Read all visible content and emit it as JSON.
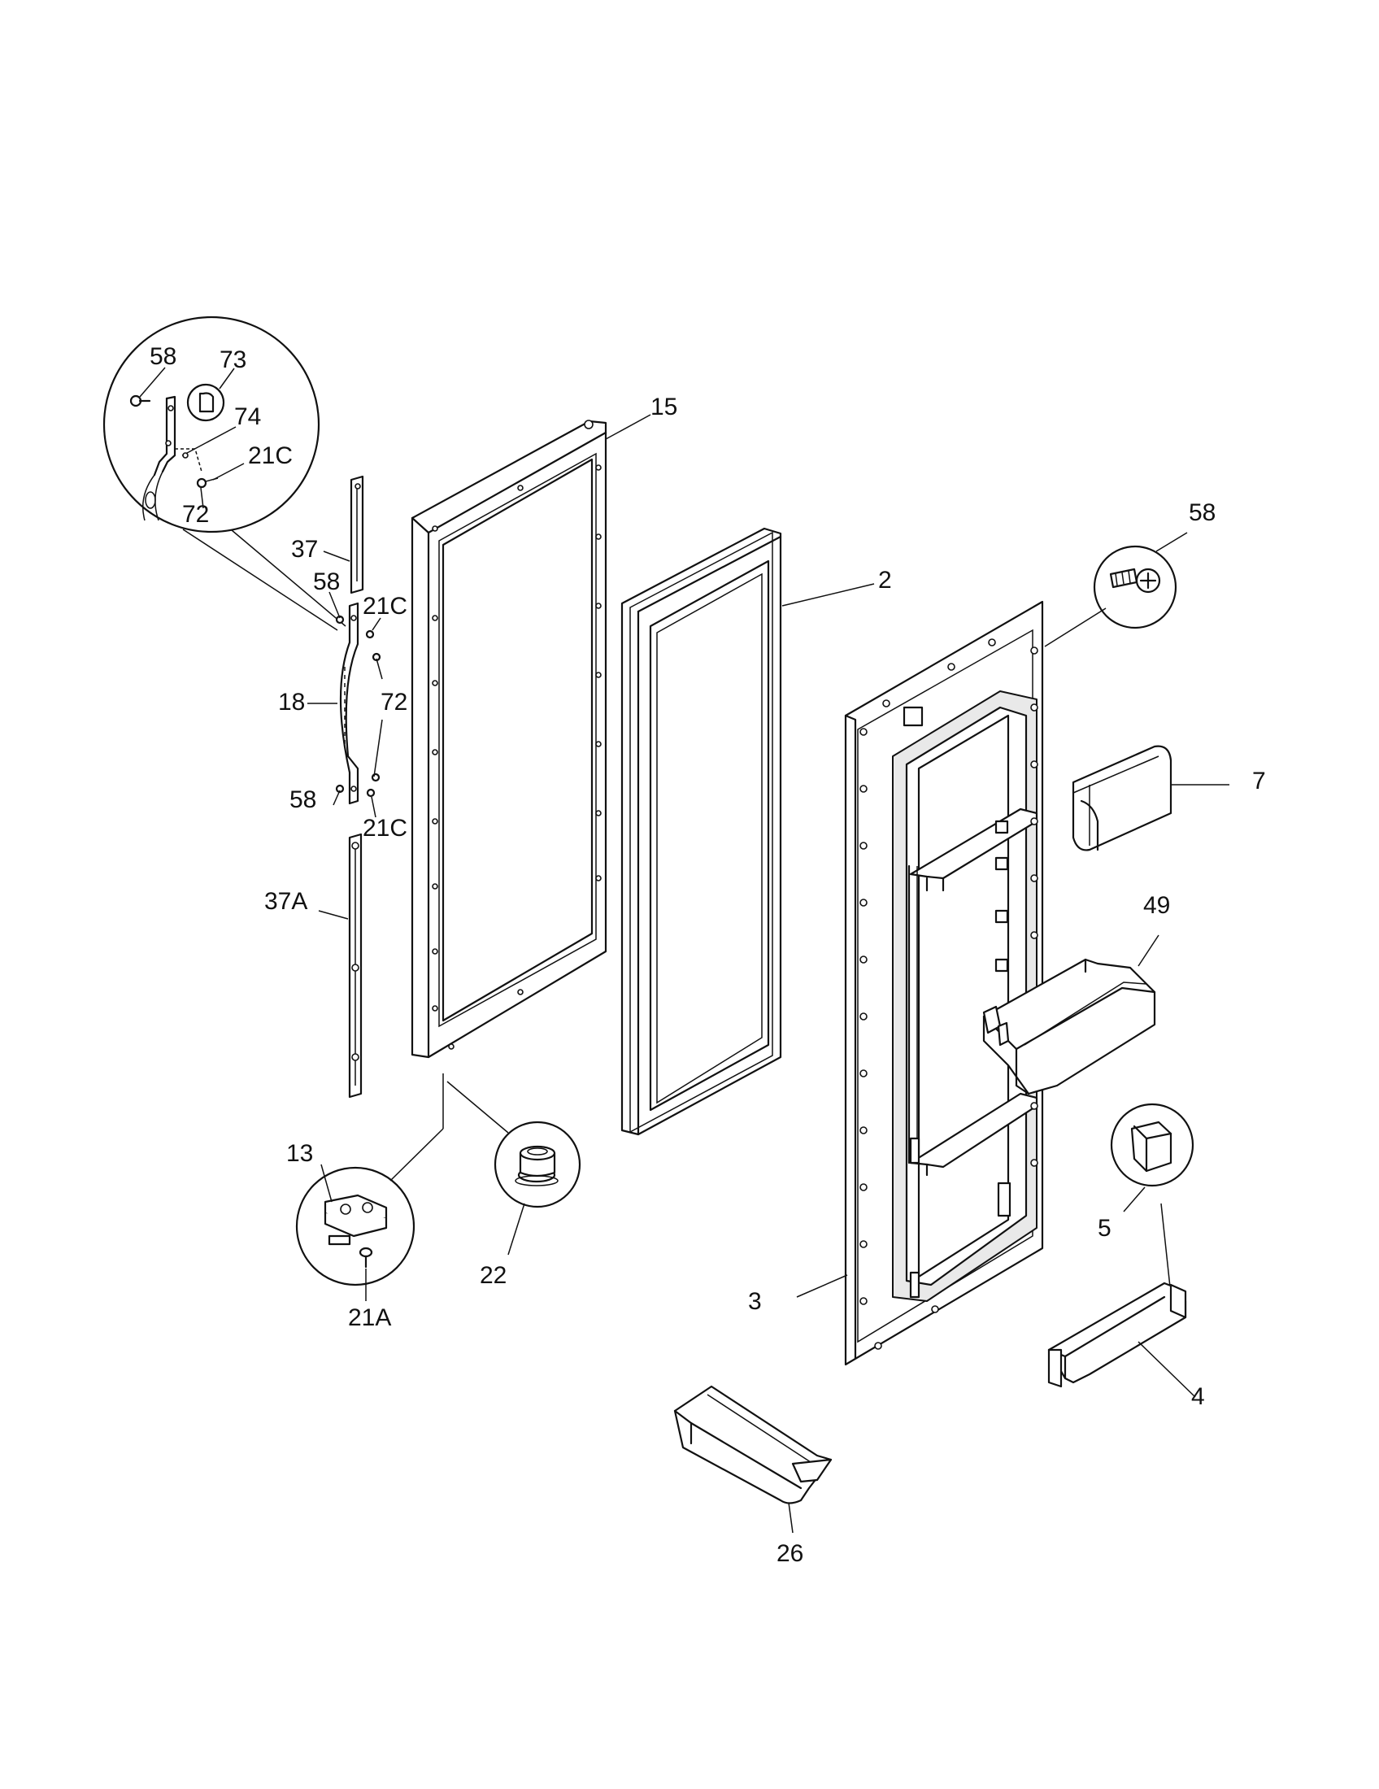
{
  "part_labels": [
    {
      "id": "l58a",
      "text": "58"
    },
    {
      "id": "l73",
      "text": "73"
    },
    {
      "id": "l74",
      "text": "74"
    },
    {
      "id": "l21c-a",
      "text": "21C"
    },
    {
      "id": "l72-a",
      "text": "72"
    },
    {
      "id": "l37",
      "text": "37"
    },
    {
      "id": "l58b",
      "text": "58"
    },
    {
      "id": "l21c-b",
      "text": "21C"
    },
    {
      "id": "l18",
      "text": "18"
    },
    {
      "id": "l72-b",
      "text": "72"
    },
    {
      "id": "l58c",
      "text": "58"
    },
    {
      "id": "l21c-c",
      "text": "21C"
    },
    {
      "id": "l37a",
      "text": "37A"
    },
    {
      "id": "l13",
      "text": "13"
    },
    {
      "id": "l21a",
      "text": "21A"
    },
    {
      "id": "l22",
      "text": "22"
    },
    {
      "id": "l15",
      "text": "15"
    },
    {
      "id": "l2",
      "text": "2"
    },
    {
      "id": "l58d",
      "text": "58"
    },
    {
      "id": "l7",
      "text": "7"
    },
    {
      "id": "l49",
      "text": "49"
    },
    {
      "id": "l5",
      "text": "5"
    },
    {
      "id": "l3",
      "text": "3"
    },
    {
      "id": "l4",
      "text": "4"
    },
    {
      "id": "l26",
      "text": "26"
    }
  ]
}
